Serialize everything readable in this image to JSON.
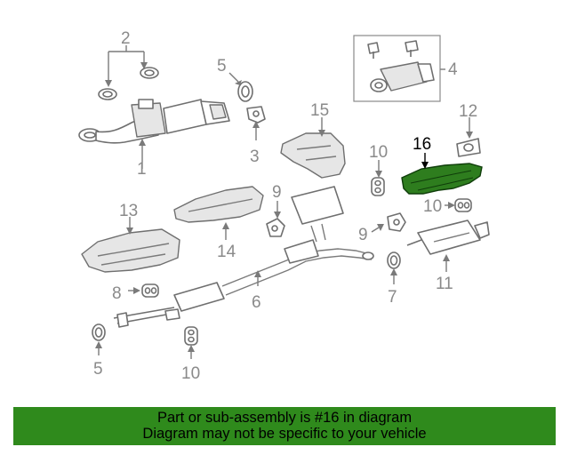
{
  "diagram": {
    "highlight_color": "#2e7d1e",
    "callouts": {
      "c1": "1",
      "c2": "2",
      "c3": "3",
      "c4": "4",
      "c5a": "5",
      "c5b": "5",
      "c6": "6",
      "c7": "7",
      "c8": "8",
      "c9a": "9",
      "c9b": "9",
      "c10a": "10",
      "c10b": "10",
      "c10c": "10",
      "c11": "11",
      "c12": "12",
      "c13": "13",
      "c14": "14",
      "c15": "15",
      "c16": "16"
    }
  },
  "banner": {
    "background": "#2f8a1c",
    "line1": "Part or sub-assembly is #16 in diagram",
    "line2": "Diagram may not be specific to your vehicle"
  }
}
